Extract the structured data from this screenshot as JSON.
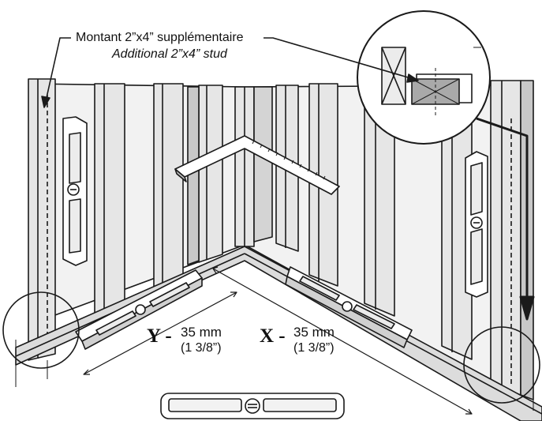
{
  "callout": {
    "label_fr": "Montant 2”x4” supplémentaire",
    "label_en": "Additional 2”x4” stud"
  },
  "dimensions": {
    "y": {
      "letter": "Y -",
      "metric": "35 mm",
      "imperial": "(1 3/8”)"
    },
    "x": {
      "letter": "X -",
      "metric": "35 mm",
      "imperial": "(1 3/8”)"
    }
  },
  "colors": {
    "line": "#1a1a1a",
    "stud_fill": "#e6e6e6",
    "stud_shade": "#c8c8c8",
    "highlight": "#a9a9a9"
  },
  "icons": [
    "spirit-level",
    "carpenter-square",
    "magnifier-circle",
    "arrow"
  ]
}
